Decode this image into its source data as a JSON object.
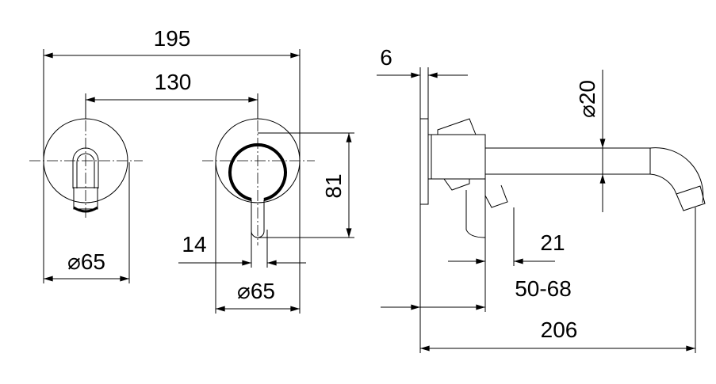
{
  "dimensions": {
    "overall_width": "195",
    "center_distance": "130",
    "left_rosette_diameter": "⌀65",
    "right_rosette_diameter": "⌀65",
    "handle_height": "81",
    "handle_width": "14",
    "plate_thickness": "6",
    "spout_diameter": "⌀20",
    "body_offset": "21",
    "wall_depth_range": "50-68",
    "spout_projection": "206"
  },
  "colors": {
    "line": "#000000",
    "background": "#ffffff"
  }
}
